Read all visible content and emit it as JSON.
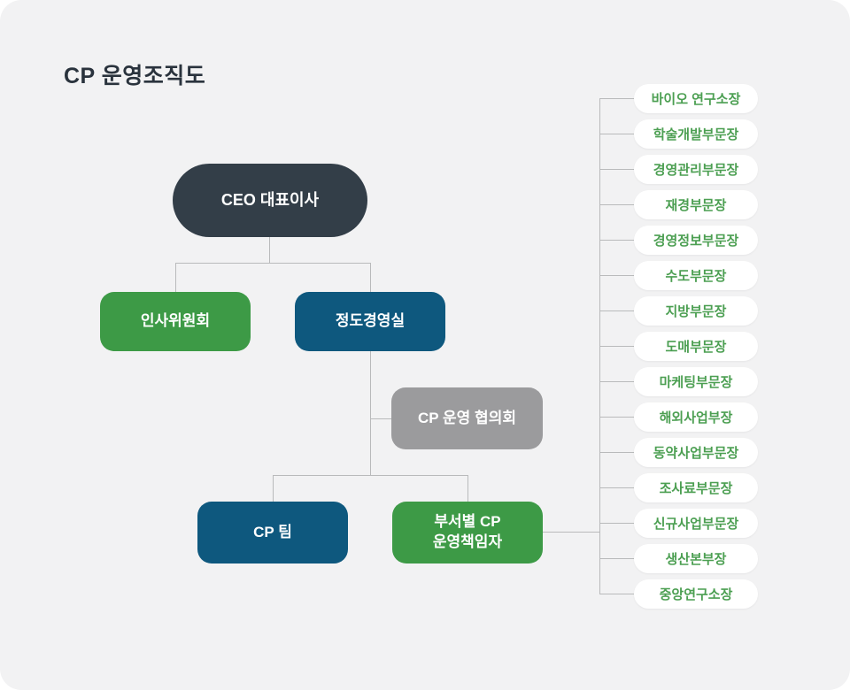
{
  "title": "CP 운영조직도",
  "colors": {
    "card_background": "#f2f2f3",
    "title_text": "#2a333d",
    "ceo_node": "#333e48",
    "green_node": "#3d9a46",
    "teal_node": "#0e587e",
    "gray_node": "#9b9b9d",
    "connector_line": "#b9babb",
    "list_pill_background": "#ffffff",
    "list_pill_text": "#4c9f52"
  },
  "nodes": {
    "ceo": {
      "label": "CEO 대표이사"
    },
    "hr_committee": {
      "label": "인사위원회"
    },
    "ethics_office": {
      "label": "정도경영실"
    },
    "cp_council": {
      "label": "CP 운영 협의회"
    },
    "cp_team": {
      "label": "CP 팀"
    },
    "cp_managers": {
      "label": "부서별 CP 운영책임자",
      "lines": [
        "부서별 CP",
        "운영책임자"
      ]
    }
  },
  "right_list": {
    "items": [
      "바이오 연구소장",
      "학술개발부문장",
      "경영관리부문장",
      "재경부문장",
      "경영정보부문장",
      "수도부문장",
      "지방부문장",
      "도매부문장",
      "마케팅부문장",
      "해외사업부장",
      "동약사업부문장",
      "조사료부문장",
      "신규사업부문장",
      "생산본부장",
      "중앙연구소장"
    ]
  }
}
